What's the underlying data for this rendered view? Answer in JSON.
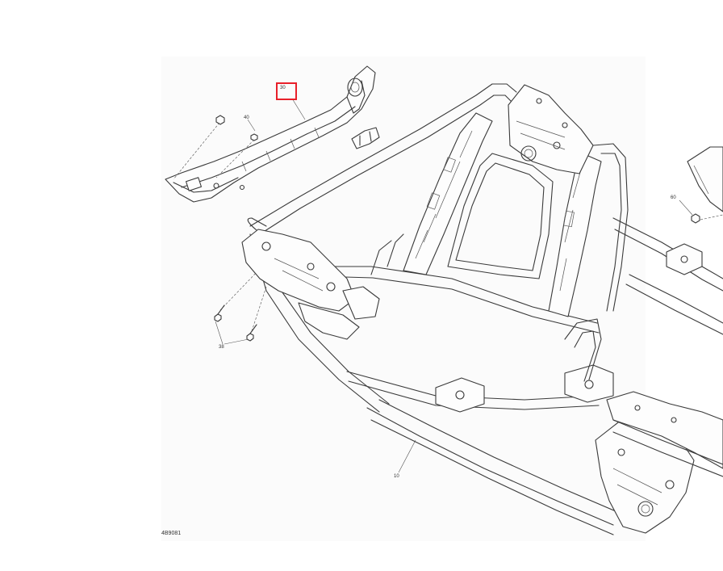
{
  "diagram": {
    "drawing_code": "4B9081",
    "callouts": [
      {
        "id": "c1",
        "text": "30",
        "highlighted": true
      },
      {
        "id": "c2",
        "text": "40",
        "highlighted": false
      },
      {
        "id": "c3",
        "text": "60",
        "highlighted": false
      },
      {
        "id": "c4",
        "text": "38",
        "highlighted": false
      },
      {
        "id": "c5",
        "text": "10",
        "highlighted": false
      }
    ],
    "highlight_color": "#e8202a",
    "line_color": "#3a3a3a"
  }
}
